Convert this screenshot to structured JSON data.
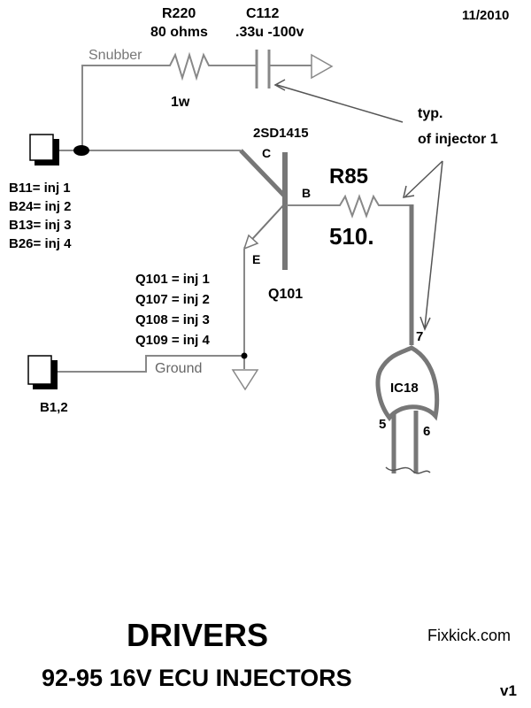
{
  "header": {
    "date": "11/2010"
  },
  "snubber": {
    "label": "Snubber",
    "resistor": {
      "ref": "R220",
      "value": "80 ohms",
      "power": "1w"
    },
    "capacitor": {
      "ref": "C112",
      "value": ".33u -100v"
    }
  },
  "note": {
    "line1": "typ.",
    "line2": "of injector 1"
  },
  "transistor": {
    "part": "2SD1415",
    "ref": "Q101",
    "pin_c": "C",
    "pin_b": "B",
    "pin_e": "E"
  },
  "base_resistor": {
    "ref": "R85",
    "value": "510."
  },
  "inj_connectors": [
    "B11= inj 1",
    "B24= inj 2",
    "B13= inj 3",
    "B26= inj 4"
  ],
  "inj_transistors": [
    "Q101 =  inj 1",
    "Q107 =  inj 2",
    "Q108 =  inj 3",
    "Q109 =  inj 4"
  ],
  "ground": {
    "label": "Ground",
    "connector": "B1,2"
  },
  "gate": {
    "ref": "IC18",
    "pin_out": "7",
    "pin_in_a": "5",
    "pin_in_b": "6"
  },
  "footer": {
    "title": "DRIVERS",
    "subtitle": "92-95 16V ECU INJECTORS",
    "site": "Fixkick.com",
    "version": "v1"
  },
  "colors": {
    "wire": "#888888",
    "ink": "#000000",
    "thick": "#777777"
  }
}
